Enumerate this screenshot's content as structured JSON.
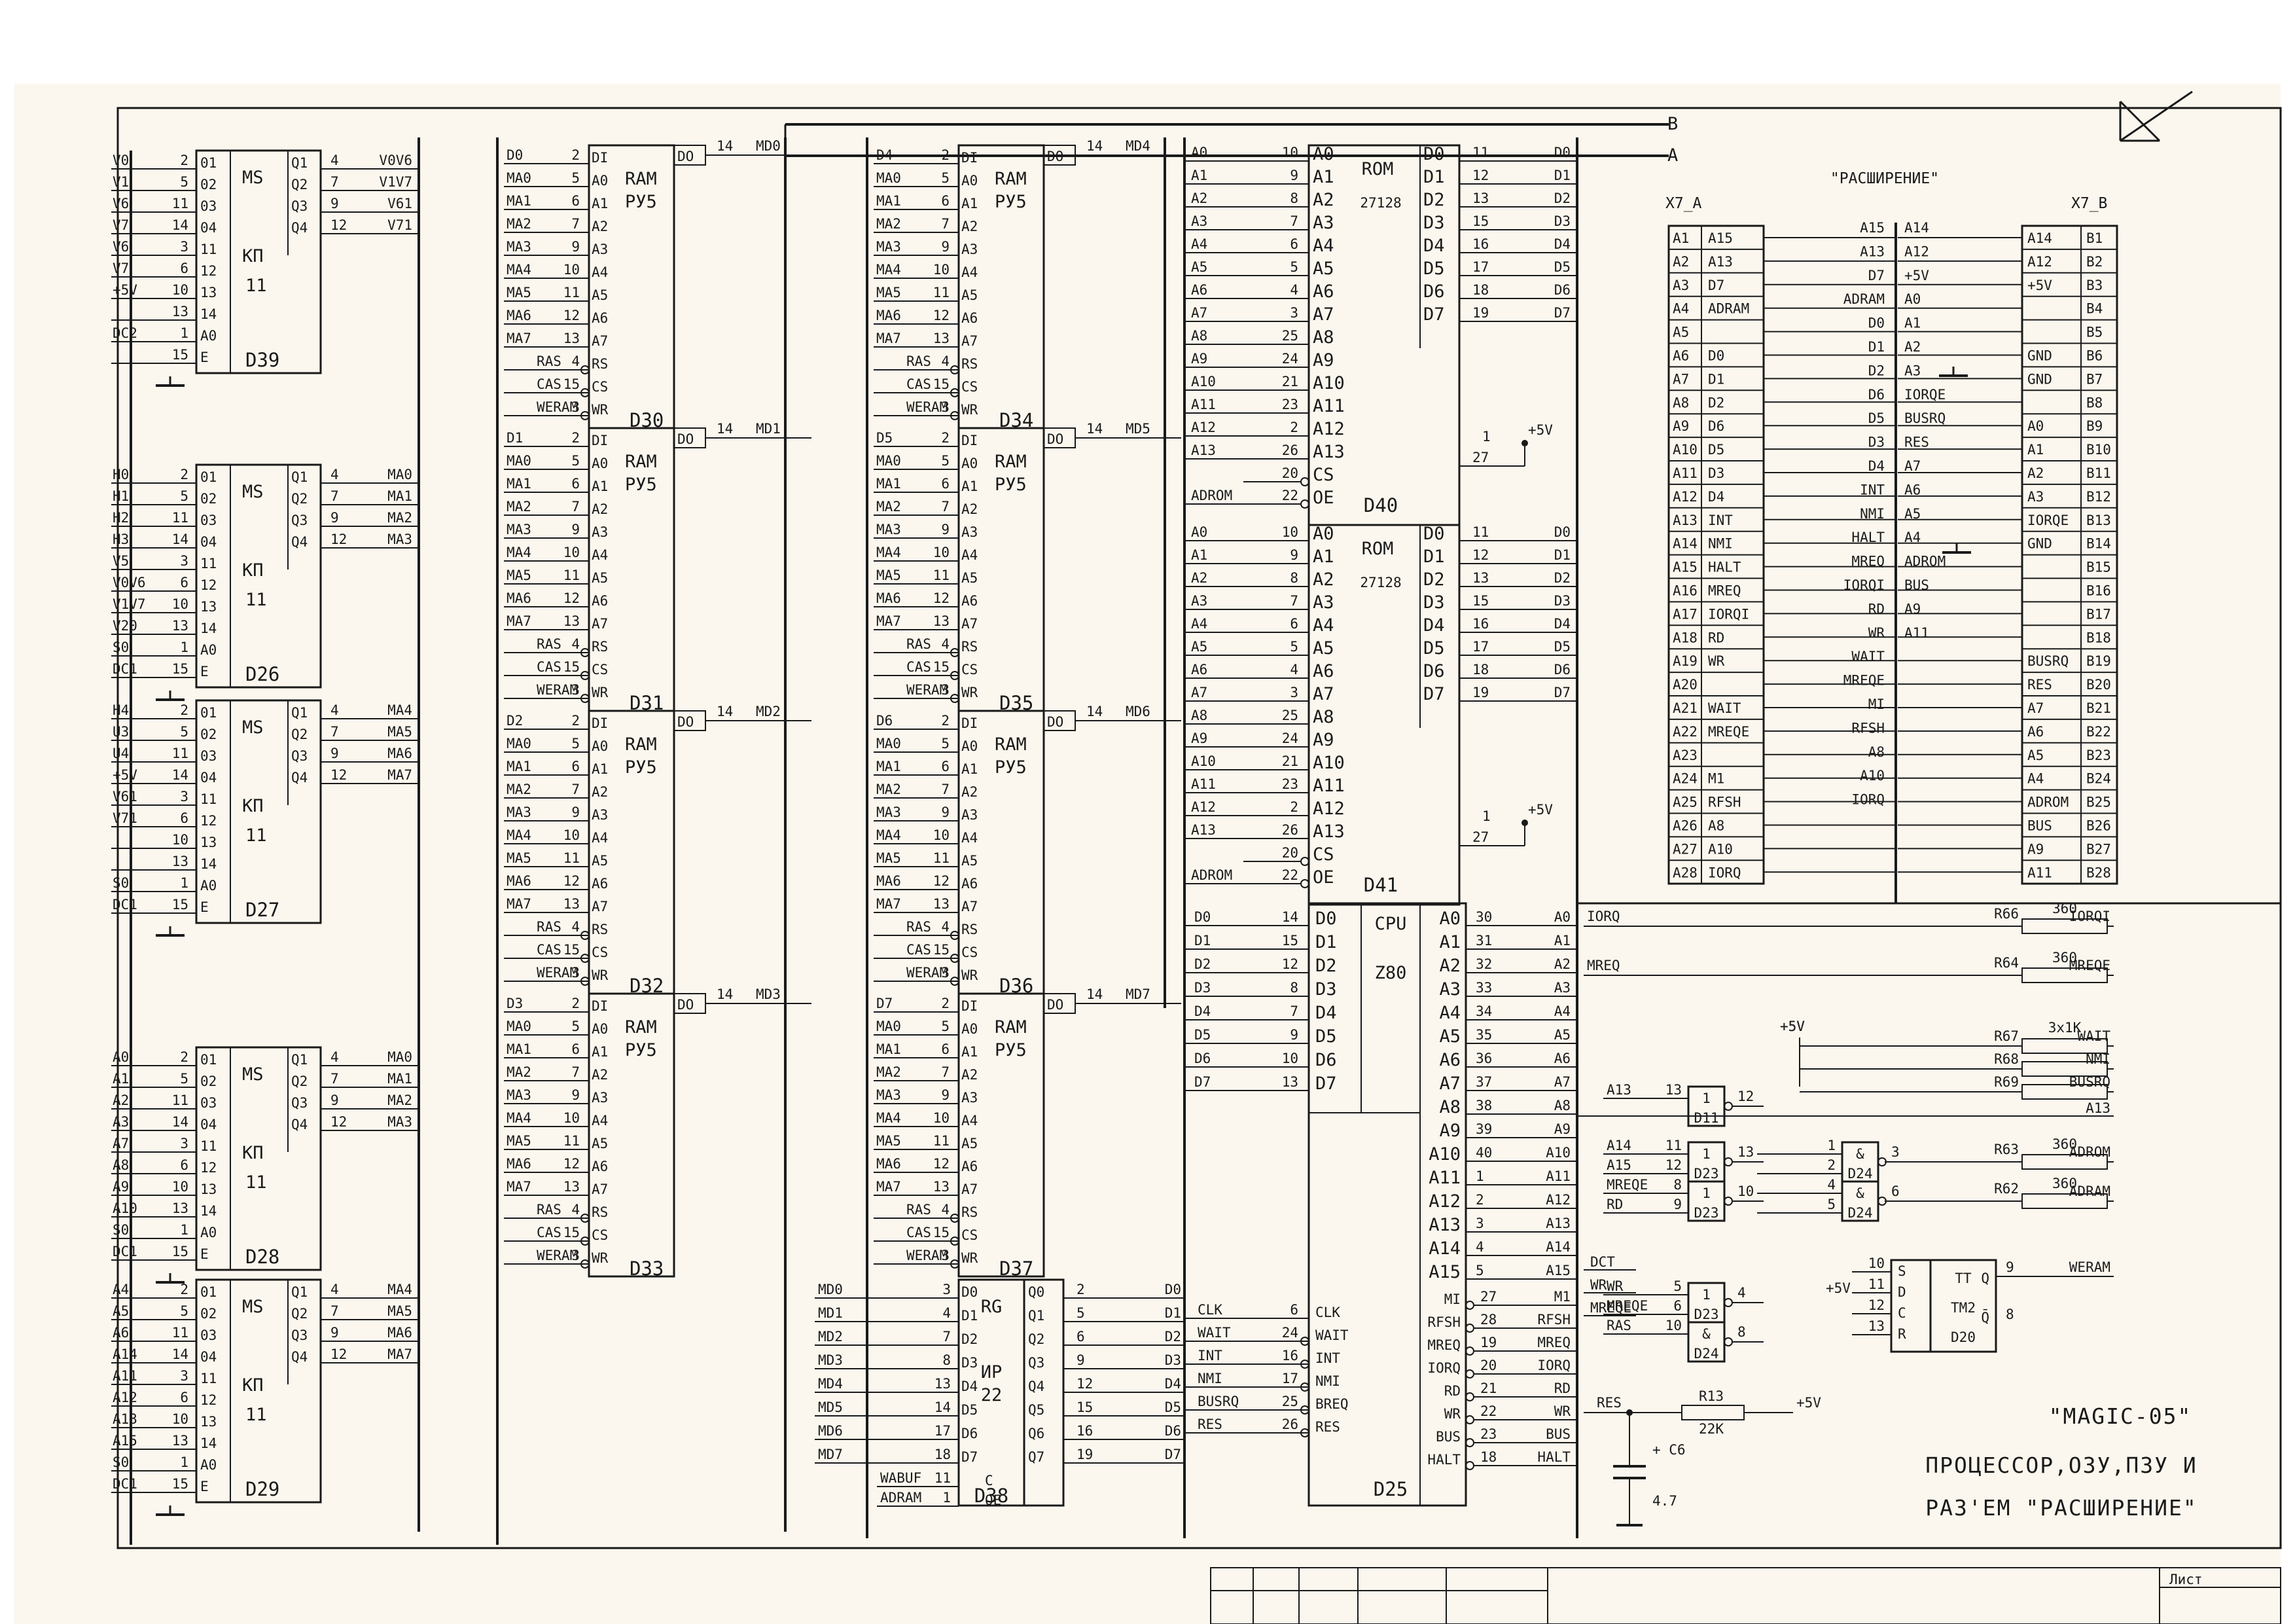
{
  "buses": {
    "b": "B",
    "a": "A"
  },
  "expansion": {
    "title": "\"РАСШИРЕНИЕ\"",
    "left_connector": "X7_A",
    "right_connector": "X7_B",
    "a_side": [
      [
        "A1",
        "A15"
      ],
      [
        "A2",
        "A13"
      ],
      [
        "A3",
        "D7"
      ],
      [
        "A4",
        "ADRAM"
      ],
      [
        "A5",
        ""
      ],
      [
        "A6",
        "D0"
      ],
      [
        "A7",
        "D1"
      ],
      [
        "A8",
        "D2"
      ],
      [
        "A9",
        "D6"
      ],
      [
        "A10",
        "D5"
      ],
      [
        "A11",
        "D3"
      ],
      [
        "A12",
        "D4"
      ],
      [
        "A13",
        "INT"
      ],
      [
        "A14",
        "NMI"
      ],
      [
        "A15",
        "HALT"
      ],
      [
        "A16",
        "MREQ"
      ],
      [
        "A17",
        "IORQI"
      ],
      [
        "A18",
        "RD"
      ],
      [
        "A19",
        "WR"
      ],
      [
        "A20",
        ""
      ],
      [
        "A21",
        "WAIT"
      ],
      [
        "A22",
        "MREQE"
      ],
      [
        "A23",
        ""
      ],
      [
        "A24",
        "M1"
      ],
      [
        "A25",
        "RFSH"
      ],
      [
        "A26",
        "A8"
      ],
      [
        "A27",
        "A10"
      ],
      [
        "A28",
        "IORQ"
      ]
    ],
    "b_side": [
      [
        "A14",
        "B1"
      ],
      [
        "A12",
        "B2"
      ],
      [
        "+5V",
        "B3"
      ],
      [
        "",
        "B4"
      ],
      [
        "",
        "B5"
      ],
      [
        "GND",
        "B6"
      ],
      [
        "GND",
        "B7"
      ],
      [
        "",
        "B8"
      ],
      [
        "A0",
        "B9"
      ],
      [
        "A1",
        "B10"
      ],
      [
        "A2",
        "B11"
      ],
      [
        "A3",
        "B12"
      ],
      [
        "IORQE",
        "B13"
      ],
      [
        "GND",
        "B14"
      ],
      [
        "",
        "B15"
      ],
      [
        "",
        "B16"
      ],
      [
        "",
        "B17"
      ],
      [
        "",
        "B18"
      ],
      [
        "BUSRQ",
        "B19"
      ],
      [
        "RES",
        "B20"
      ],
      [
        "A7",
        "B21"
      ],
      [
        "A6",
        "B22"
      ],
      [
        "A5",
        "B23"
      ],
      [
        "A4",
        "B24"
      ],
      [
        "ADROM",
        "B25"
      ],
      [
        "BUS",
        "B26"
      ],
      [
        "A9",
        "B27"
      ],
      [
        "A11",
        "B28"
      ]
    ],
    "mid_left": [
      "A15",
      "A13",
      "D7",
      "ADRAM",
      "D0",
      "D1",
      "D2",
      "D6",
      "D5",
      "D3",
      "D4",
      "INT",
      "NMI",
      "HALT",
      "MREQ",
      "IORQI",
      "RD",
      "WR",
      "WAIT",
      "MREQE",
      "MI",
      "RFSH",
      "A8",
      "A10",
      "IORQ"
    ],
    "mid_right": [
      "A14",
      "A12",
      "+5V",
      "A0",
      "A1",
      "A2",
      "A3",
      "IORQE",
      "BUSRQ",
      "RES",
      "A7",
      "A6",
      "A5",
      "A4",
      "ADROM",
      "BUS",
      "A9",
      "A11"
    ]
  },
  "mux": [
    {
      "name": "D39",
      "ins": [
        [
          "V0",
          "2"
        ],
        [
          "V1",
          "5"
        ],
        [
          "V6",
          "11"
        ],
        [
          "V7",
          "14"
        ],
        [
          "V6",
          "3"
        ],
        [
          "V7",
          "6"
        ],
        [
          "+5V",
          "10"
        ],
        [
          "",
          "13"
        ],
        [
          "DC2",
          "1"
        ],
        [
          "",
          "15"
        ]
      ],
      "outs": [
        [
          "4",
          "V0V6"
        ],
        [
          "7",
          "V1V7"
        ],
        [
          "9",
          "V61"
        ],
        [
          "12",
          "V71"
        ]
      ]
    },
    {
      "name": "D26",
      "ins": [
        [
          "H0",
          "2"
        ],
        [
          "H1",
          "5"
        ],
        [
          "H2",
          "11"
        ],
        [
          "H3",
          "14"
        ],
        [
          "V5",
          "3"
        ],
        [
          "V0V6",
          "6"
        ],
        [
          "V1V7",
          "10"
        ],
        [
          "V20",
          "13"
        ],
        [
          "S0",
          "1"
        ],
        [
          "DC1",
          "15"
        ]
      ],
      "outs": [
        [
          "4",
          "MA0"
        ],
        [
          "7",
          "MA1"
        ],
        [
          "9",
          "MA2"
        ],
        [
          "12",
          "MA3"
        ]
      ]
    },
    {
      "name": "D27",
      "ins": [
        [
          "H4",
          "2"
        ],
        [
          "U3",
          "5"
        ],
        [
          "U4",
          "11"
        ],
        [
          "+5V",
          "14"
        ],
        [
          "V61",
          "3"
        ],
        [
          "V71",
          "6"
        ],
        [
          "",
          "10"
        ],
        [
          "",
          "13"
        ],
        [
          "S0",
          "1"
        ],
        [
          "DC1",
          "15"
        ]
      ],
      "outs": [
        [
          "4",
          "MA4"
        ],
        [
          "7",
          "MA5"
        ],
        [
          "9",
          "MA6"
        ],
        [
          "12",
          "MA7"
        ]
      ]
    },
    {
      "name": "D28",
      "ins": [
        [
          "A0",
          "2"
        ],
        [
          "A1",
          "5"
        ],
        [
          "A2",
          "11"
        ],
        [
          "A3",
          "14"
        ],
        [
          "A7",
          "3"
        ],
        [
          "A8",
          "6"
        ],
        [
          "A9",
          "10"
        ],
        [
          "A10",
          "13"
        ],
        [
          "S0",
          "1"
        ],
        [
          "DC1",
          "15"
        ]
      ],
      "outs": [
        [
          "4",
          "MA0"
        ],
        [
          "7",
          "MA1"
        ],
        [
          "9",
          "MA2"
        ],
        [
          "12",
          "MA3"
        ]
      ]
    },
    {
      "name": "D29",
      "ins": [
        [
          "A4",
          "2"
        ],
        [
          "A5",
          "5"
        ],
        [
          "A6",
          "11"
        ],
        [
          "A14",
          "14"
        ],
        [
          "A11",
          "3"
        ],
        [
          "A12",
          "6"
        ],
        [
          "A13",
          "10"
        ],
        [
          "A15",
          "13"
        ],
        [
          "S0",
          "1"
        ],
        [
          "DC1",
          "15"
        ]
      ],
      "outs": [
        [
          "4",
          "MA4"
        ],
        [
          "7",
          "MA5"
        ],
        [
          "9",
          "MA6"
        ],
        [
          "12",
          "MA7"
        ]
      ]
    }
  ],
  "mux_pins": {
    "inputs": [
      "01",
      "02",
      "03",
      "04",
      "11",
      "12",
      "13",
      "14",
      "A0",
      "E"
    ],
    "outputs": [
      "Q1",
      "Q2",
      "Q3",
      "Q4"
    ],
    "type1": "MS",
    "type2": "КП",
    "type3": "11"
  },
  "ram": {
    "type1": "RAM",
    "type2": "РУ5",
    "pins_left": [
      "DI",
      "A0",
      "A1",
      "A2",
      "A3",
      "A4",
      "A5",
      "A6",
      "A7",
      "RS",
      "CS",
      "WR"
    ],
    "pin_numbers": [
      "2",
      "5",
      "6",
      "7",
      "9",
      "10",
      "11",
      "12",
      "13",
      "4",
      "15",
      "3"
    ],
    "addr_nets": [
      "MA0",
      "MA1",
      "MA2",
      "MA3",
      "MA4",
      "MA5",
      "MA6",
      "MA7"
    ],
    "ctrl_nets": [
      "RAS",
      "CAS",
      "WERAM"
    ],
    "out_pin": "DO",
    "chips": [
      {
        "name": "D30",
        "di": "D0",
        "out": "MD0"
      },
      {
        "name": "D31",
        "di": "D1",
        "out": "MD1"
      },
      {
        "name": "D32",
        "di": "D2",
        "out": "MD2"
      },
      {
        "name": "D33",
        "di": "D3",
        "out": "MD3"
      },
      {
        "name": "D34",
        "di": "D4",
        "out": "MD4"
      },
      {
        "name": "D35",
        "di": "D5",
        "out": "MD5"
      },
      {
        "name": "D36",
        "di": "D6",
        "out": "MD6"
      },
      {
        "name": "D37",
        "di": "D7",
        "out": "MD7"
      }
    ],
    "out_pin_number": "14"
  },
  "reg": {
    "name": "D38",
    "type1": "RG",
    "type2": "ИР",
    "type3": "22",
    "in_nets": [
      "MD0",
      "MD1",
      "MD2",
      "MD3",
      "MD4",
      "MD5",
      "MD6",
      "MD7"
    ],
    "in_pins": [
      "3",
      "4",
      "7",
      "8",
      "13",
      "14",
      "17",
      "18"
    ],
    "in_labels": [
      "D0",
      "D1",
      "D2",
      "D3",
      "D4",
      "D5",
      "D6",
      "D7"
    ],
    "out_labels": [
      "Q0",
      "Q1",
      "Q2",
      "Q3",
      "Q4",
      "Q5",
      "Q6",
      "Q7"
    ],
    "out_pins": [
      "2",
      "5",
      "6",
      "9",
      "12",
      "15",
      "16",
      "19"
    ],
    "out_nets": [
      "D0",
      "D1",
      "D2",
      "D3",
      "D4",
      "D5",
      "D6",
      "D7"
    ],
    "ctrl": [
      [
        "WABUF",
        "11",
        "C"
      ],
      [
        "ADRAM",
        "1",
        "OE"
      ]
    ]
  },
  "rom": {
    "type": "ROM",
    "part": "27128",
    "chips": [
      {
        "name": "D40",
        "oe_net": "ADROM"
      },
      {
        "name": "D41",
        "oe_net": "ADROM"
      }
    ],
    "addr": [
      "A0",
      "A1",
      "A2",
      "A3",
      "A4",
      "A5",
      "A6",
      "A7",
      "A8",
      "A9",
      "A10",
      "A11",
      "A12",
      "A13"
    ],
    "addr_pins": [
      "10",
      "9",
      "8",
      "7",
      "6",
      "5",
      "4",
      "3",
      "25",
      "24",
      "21",
      "23",
      "2",
      "26"
    ],
    "data": [
      "D0",
      "D1",
      "D2",
      "D3",
      "D4",
      "D5",
      "D6",
      "D7"
    ],
    "data_pins": [
      "11",
      "12",
      "13",
      "15",
      "16",
      "17",
      "18",
      "19"
    ],
    "cs_pin": "20",
    "oe_pin": "22",
    "vcc_pin": "27",
    "vcc": "+5V",
    "cs": "CS",
    "oe": "OE",
    "one": "1"
  },
  "cpu": {
    "name": "D25",
    "type1": "CPU",
    "type2": "Z80",
    "data": [
      [
        "D0",
        "14"
      ],
      [
        "D1",
        "15"
      ],
      [
        "D2",
        "12"
      ],
      [
        "D3",
        "8"
      ],
      [
        "D4",
        "7"
      ],
      [
        "D5",
        "9"
      ],
      [
        "D6",
        "10"
      ],
      [
        "D7",
        "13"
      ]
    ],
    "addr": [
      [
        "30",
        "A0"
      ],
      [
        "31",
        "A1"
      ],
      [
        "32",
        "A2"
      ],
      [
        "33",
        "A3"
      ],
      [
        "34",
        "A4"
      ],
      [
        "35",
        "A5"
      ],
      [
        "36",
        "A6"
      ],
      [
        "37",
        "A7"
      ],
      [
        "38",
        "A8"
      ],
      [
        "39",
        "A9"
      ],
      [
        "40",
        "A10"
      ],
      [
        "1",
        "A11"
      ],
      [
        "2",
        "A12"
      ],
      [
        "3",
        "A13"
      ],
      [
        "4",
        "A14"
      ],
      [
        "5",
        "A15"
      ]
    ],
    "ctrl_in": [
      [
        "CLK",
        "6",
        "CLK"
      ],
      [
        "WAIT",
        "24",
        "WAIT"
      ],
      [
        "INT",
        "16",
        "INT"
      ],
      [
        "NMI",
        "17",
        "NMI"
      ],
      [
        "BUSRQ",
        "25",
        "BREQ"
      ],
      [
        "RES",
        "26",
        "RES"
      ]
    ],
    "ctrl_out": [
      [
        "M1",
        "27",
        "MI"
      ],
      [
        "RFSH",
        "28",
        "RFSH"
      ],
      [
        "MREQ",
        "19",
        "MREQ"
      ],
      [
        "IORQ",
        "20",
        "IORQ"
      ],
      [
        "RD",
        "21",
        "RD"
      ],
      [
        "WR",
        "22",
        "WR"
      ],
      [
        "BUS",
        "23",
        "BUS"
      ],
      [
        "HALT",
        "18",
        "HALT"
      ]
    ]
  },
  "logic": {
    "resistors": [
      {
        "name": "R66",
        "val": "360",
        "left": "IORQ",
        "right": "IORQI"
      },
      {
        "name": "R64",
        "val": "360",
        "left": "MREQ",
        "right": "MREQE"
      },
      {
        "name": "R67",
        "val": "3x1K",
        "right": "WAIT"
      },
      {
        "name": "R68",
        "right": "NMI"
      },
      {
        "name": "R69",
        "right": "BUSRQ"
      },
      {
        "name": "R63",
        "val": "360",
        "right": "ADROM"
      },
      {
        "name": "R62",
        "val": "360",
        "right": "ADRAM"
      },
      {
        "name": "R13",
        "val": "22K"
      }
    ],
    "v5": "+5V",
    "a13_net": "A13",
    "gates": [
      {
        "name": "D11",
        "sym": "1",
        "ins": [
          [
            "A13",
            "13"
          ]
        ],
        "out": "12"
      },
      {
        "name": "D23",
        "sym": "1",
        "ins": [
          [
            "A14",
            "11"
          ],
          [
            "A15",
            "12"
          ]
        ],
        "out": "13"
      },
      {
        "name": "D23",
        "sym": "1",
        "ins": [
          [
            "MREQE",
            "8"
          ],
          [
            "RD",
            "9"
          ]
        ],
        "out": "10"
      },
      {
        "name": "D24",
        "sym": "&",
        "ins": [
          [
            "",
            "1"
          ],
          [
            "",
            "2"
          ]
        ],
        "out": "3"
      },
      {
        "name": "D24",
        "sym": "&",
        "ins": [
          [
            "",
            "4"
          ],
          [
            "",
            "5"
          ]
        ],
        "out": "6"
      },
      {
        "name": "D23",
        "sym": "1",
        "ins": [
          [
            "WR",
            "5"
          ],
          [
            "MREQE",
            "6"
          ]
        ],
        "out": "4"
      },
      {
        "name": "D24",
        "sym": "&",
        "ins": [
          [
            "RAS",
            "10"
          ]
        ],
        "out": "8"
      }
    ],
    "trigger": {
      "name": "D20",
      "type1": "TT",
      "type2": "TM2",
      "pins": [
        [
          "S",
          "10"
        ],
        [
          "D",
          "11"
        ],
        [
          "C",
          "12"
        ],
        [
          "R",
          "13"
        ]
      ],
      "q": "Q",
      "qbar": "Q̄",
      "q_pin": "9",
      "qbar_pin": "8",
      "q_net": "WERAM",
      "pins_nets": [
        "DCT",
        "WR",
        "MREQE"
      ]
    },
    "cap": {
      "name": "C6",
      "val": "4.7",
      "net": "RES"
    }
  },
  "title_block": {
    "line1": "\"MAGIC-05\"",
    "line2": "ПРОЦЕССОР,ОЗУ,ПЗУ И",
    "line3": "РАЗ'ЕМ \"РАСШИРЕНИЕ\"",
    "sheet": "Лист"
  }
}
